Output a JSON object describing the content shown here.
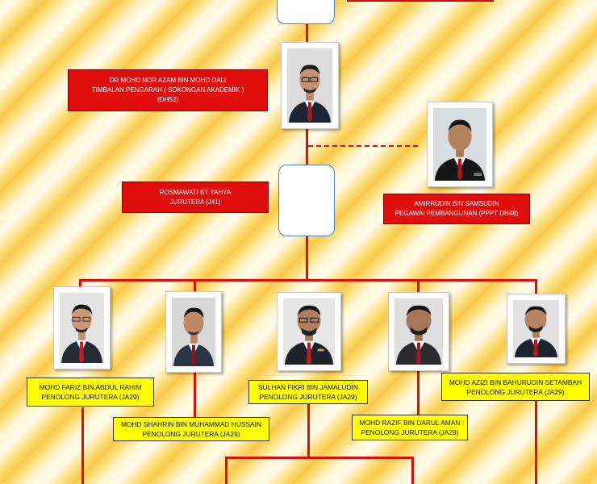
{
  "people": {
    "timbalan": {
      "name": "DR MOHD NOR AZAM BIN MOHD DALI",
      "position": "TIMBALAN PENGARAH ( SOKONGAN AKADEMIK )",
      "grade": "(DH52)"
    },
    "rosmawati": {
      "name": "ROSMAWATI BT YAHYA",
      "position": "JURUTERA (J41)"
    },
    "amirrudin": {
      "name": "AMIRRUDIN BIN SAMSUDIN",
      "position": "PEGAWAI PEMBANGUNAN (PPPT DH48)"
    },
    "fariz": {
      "name": "MOHD FARIZ BIN ABDUL RAHIM",
      "position": "PENOLONG JURUTERA (JA29)"
    },
    "shahrin": {
      "name": "MOHD SHAHRIN BIN MUHAMMAD HUSSAIN",
      "position": "PENOLONG JURUTERA (JA29)"
    },
    "sulhan": {
      "name": "SULHAN FIKRI BIN JAMALUDIN",
      "position": "PENOLONG JURUTERA (JA29)"
    },
    "razif": {
      "name": "MOHD RAZIF BIN DARUL AMAN",
      "position": "PENOLONG JURUTERA (JA29)"
    },
    "azizi": {
      "name": "MOHD AZIZI BIN BAHURUDIN SETAMBAH",
      "position": "PENOLONG JURUTERA (JA29)"
    }
  },
  "colors": {
    "connector": "#e00d0d",
    "red_label": "#e00d0d",
    "yellow_label": "#ffff00"
  }
}
